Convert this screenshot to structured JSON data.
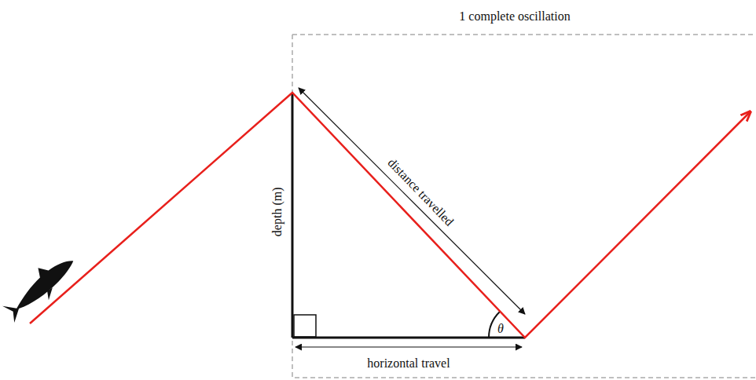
{
  "diagram": {
    "labels": [
      "1 complete oscillation",
      "depth (m)",
      "distance travelled",
      "horizontal travel",
      "θ"
    ]
  }
}
